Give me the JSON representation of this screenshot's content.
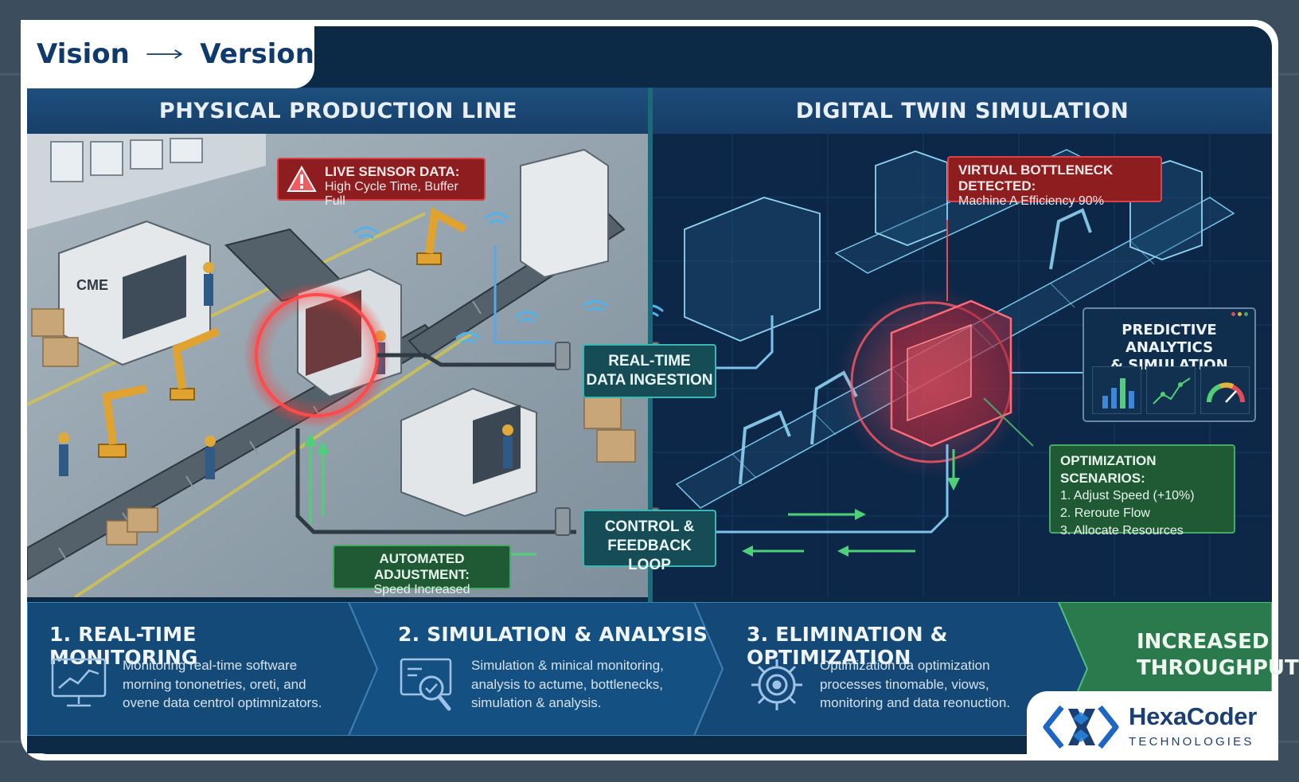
{
  "header": {
    "word_left": "Vision",
    "word_right": "Version"
  },
  "panels": {
    "left_title": "PHYSICAL PRODUCTION LINE",
    "right_title": "DIGITAL TWIN SIMULATION"
  },
  "callouts": {
    "live_sensor": {
      "title": "LIVE SENSOR DATA:",
      "body": "High Cycle Time, Buffer Full"
    },
    "virtual_bottleneck": {
      "title": "VIRTUAL BOTTLENECK DETECTED:",
      "body": "Machine A Efficiency 90%"
    },
    "realtime_ingestion": {
      "line1": "REAL-TIME",
      "line2": "DATA INGESTION"
    },
    "control_loop": {
      "line1": "CONTROL &",
      "line2": "FEEDBACK LOOP"
    },
    "automated_adjustment": {
      "title": "AUTOMATED ADJUSTMENT:",
      "body": "Speed Increased"
    },
    "predictive": {
      "line1": "PREDICTIVE ANALYTICS",
      "line2": "& SIMULATION"
    },
    "optimization": {
      "title": "OPTIMIZATION SCENARIOS:",
      "items": [
        "1. Adjust Speed (+10%)",
        "2. Reroute Flow",
        "3. Allocate Resources"
      ]
    },
    "machine_label": "CME"
  },
  "steps": [
    {
      "title": "1. REAL-TIME MONITORING",
      "lines": [
        "Monitoring real-time software",
        "morning tononetries, oreti, and",
        "ovene data centrol optimnizators."
      ],
      "icon": "monitor-chart-icon"
    },
    {
      "title": "2. SIMULATION & ANALYSIS",
      "lines": [
        "Simulation & minical monitoring,",
        "analysis to actume, bottlenecks,",
        "simulation & analysis."
      ],
      "icon": "magnifier-chart-icon"
    },
    {
      "title": "3. ELIMINATION & OPTIMIZATION",
      "lines": [
        "Optimization oa optimization",
        "processes tinomable, viows,",
        "monitoring and data reonuction."
      ],
      "icon": "gear-target-icon"
    }
  ],
  "result": {
    "line1": "INCREASED",
    "line2": "THROUGHPUT"
  },
  "logo": {
    "name": "HexaCoder",
    "sub": "TECHNOLOGIES"
  },
  "colors": {
    "navy": "#0c2a45",
    "alert_red": "#d8434a",
    "success_green": "#48a865",
    "teal": "#3cb6b0",
    "brand_blue": "#1c3f73"
  }
}
